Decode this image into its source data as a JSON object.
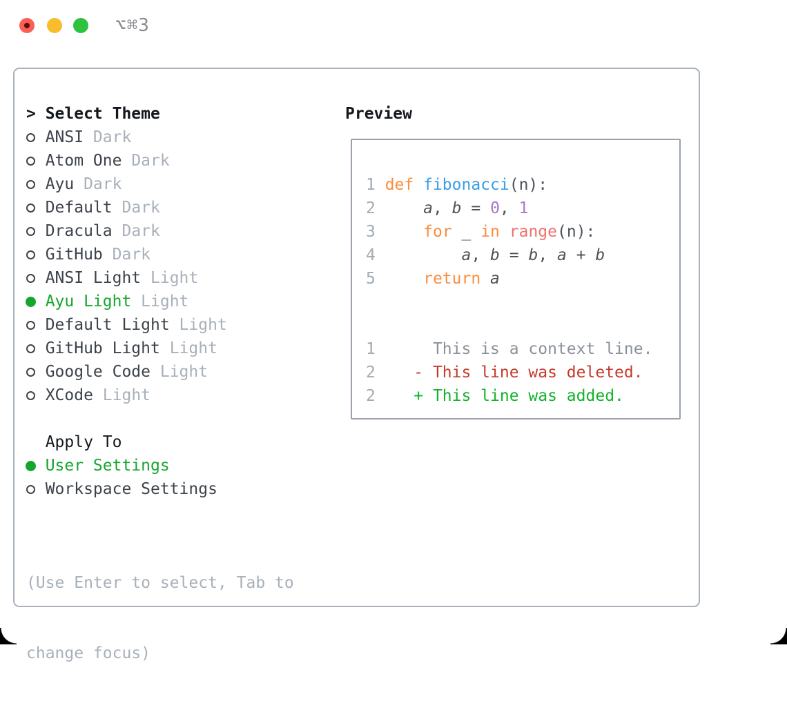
{
  "titlebar": {
    "shortcut": "⌥⌘3",
    "traffic_colors": {
      "close": "#f95f57",
      "minimize": "#f9bc2d",
      "zoom": "#2ec23e"
    }
  },
  "icons": {
    "header_prompt": ">",
    "radio_unselected": "○",
    "radio_selected": "●"
  },
  "theme_list": {
    "header": "Select Theme",
    "items": [
      {
        "label": "ANSI",
        "suffix": "Dark",
        "selected": false
      },
      {
        "label": "Atom One",
        "suffix": "Dark",
        "selected": false
      },
      {
        "label": "Ayu",
        "suffix": "Dark",
        "selected": false
      },
      {
        "label": "Default",
        "suffix": "Dark",
        "selected": false
      },
      {
        "label": "Dracula",
        "suffix": "Dark",
        "selected": false
      },
      {
        "label": "GitHub",
        "suffix": "Dark",
        "selected": false
      },
      {
        "label": "ANSI Light",
        "suffix": "Light",
        "selected": false
      },
      {
        "label": "Ayu Light",
        "suffix": "Light",
        "selected": true
      },
      {
        "label": "Default Light",
        "suffix": "Light",
        "selected": false
      },
      {
        "label": "GitHub Light",
        "suffix": "Light",
        "selected": false
      },
      {
        "label": "Google Code",
        "suffix": "Light",
        "selected": false
      },
      {
        "label": "XCode",
        "suffix": "Light",
        "selected": false
      }
    ]
  },
  "apply_to": {
    "header": "Apply To",
    "items": [
      {
        "label": "User Settings",
        "selected": true
      },
      {
        "label": "Workspace Settings",
        "selected": false
      }
    ]
  },
  "hint": {
    "line1": "(Use Enter to select, Tab to",
    "line2": "change focus)"
  },
  "preview": {
    "heading": "Preview",
    "syntax_colors": {
      "kw": "#fa8d3e",
      "fn": "#399ee6",
      "num": "#a37acc",
      "call": "#f07171",
      "fg": "#4d535b",
      "var": "#4d535b",
      "gutter": "#a2aab2",
      "ctx": "#8b9199",
      "del": "#c43a2b",
      "add": "#14b32b"
    },
    "lines": [
      {
        "num": "1",
        "segs": [
          {
            "t": "def",
            "c": "kw"
          },
          {
            "t": " ",
            "c": "fg"
          },
          {
            "t": "fibonacci",
            "c": "fn"
          },
          {
            "t": "(n):",
            "c": "fg"
          }
        ]
      },
      {
        "num": "2",
        "segs": [
          {
            "t": "    ",
            "c": "fg"
          },
          {
            "t": "a",
            "c": "var"
          },
          {
            "t": ", ",
            "c": "fg"
          },
          {
            "t": "b",
            "c": "var"
          },
          {
            "t": " = ",
            "c": "fg"
          },
          {
            "t": "0",
            "c": "num"
          },
          {
            "t": ", ",
            "c": "fg"
          },
          {
            "t": "1",
            "c": "num"
          }
        ]
      },
      {
        "num": "3",
        "segs": [
          {
            "t": "    ",
            "c": "fg"
          },
          {
            "t": "for",
            "c": "kw"
          },
          {
            "t": " _ ",
            "c": "fg"
          },
          {
            "t": "in",
            "c": "kw"
          },
          {
            "t": " ",
            "c": "fg"
          },
          {
            "t": "range",
            "c": "call"
          },
          {
            "t": "(n):",
            "c": "fg"
          }
        ]
      },
      {
        "num": "4",
        "segs": [
          {
            "t": "        ",
            "c": "fg"
          },
          {
            "t": "a",
            "c": "var"
          },
          {
            "t": ", ",
            "c": "fg"
          },
          {
            "t": "b",
            "c": "var"
          },
          {
            "t": " = ",
            "c": "fg"
          },
          {
            "t": "b",
            "c": "var"
          },
          {
            "t": ", ",
            "c": "fg"
          },
          {
            "t": "a",
            "c": "var"
          },
          {
            "t": " + ",
            "c": "fg"
          },
          {
            "t": "b",
            "c": "var"
          }
        ]
      },
      {
        "num": "5",
        "segs": [
          {
            "t": "    ",
            "c": "fg"
          },
          {
            "t": "return",
            "c": "kw"
          },
          {
            "t": " ",
            "c": "fg"
          },
          {
            "t": "a",
            "c": "var"
          }
        ]
      },
      {
        "num": "",
        "segs": []
      },
      {
        "num": "",
        "segs": []
      },
      {
        "num": "1",
        "segs": [
          {
            "t": "     This is a context line.",
            "c": "ctx"
          }
        ]
      },
      {
        "num": "2",
        "segs": [
          {
            "t": "   - This line was deleted.",
            "c": "del"
          }
        ]
      },
      {
        "num": "2",
        "segs": [
          {
            "t": "   + This line was added.",
            "c": "add"
          }
        ]
      }
    ]
  },
  "ui_colors": {
    "text": "#3d434b",
    "heading": "#14181d",
    "muted": "#a8b0ba",
    "accent_green": "#16a62e",
    "panel_border": "#a9b1bb",
    "preview_border": "#99a2ac"
  }
}
